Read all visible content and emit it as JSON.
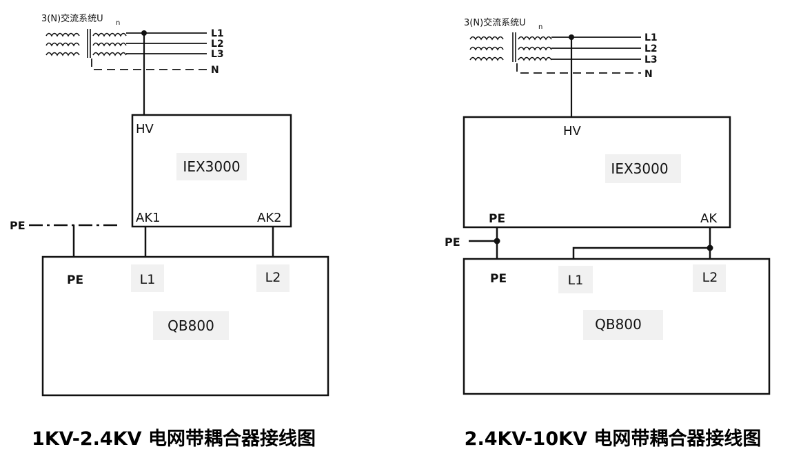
{
  "left": {
    "source_label": "3(N)交流系统U",
    "source_subscript": "n",
    "lines": [
      "L1",
      "L2",
      "L3",
      "N"
    ],
    "device": {
      "name": "IEX3000",
      "hv": "HV",
      "ak1": "AK1",
      "ak2": "AK2"
    },
    "pe_external": "PE",
    "coupler": {
      "name": "QB800",
      "pe": "PE",
      "l1": "L1",
      "l2": "L2"
    },
    "caption": "1KV-2.4KV 电网带耦合器接线图"
  },
  "right": {
    "source_label": "3(N)交流系统U",
    "source_subscript": "n",
    "lines": [
      "L1",
      "L2",
      "L3",
      "N"
    ],
    "device": {
      "name": "IEX3000",
      "hv": "HV",
      "pe": "PE",
      "ak": "AK"
    },
    "pe_external": "PE",
    "coupler": {
      "name": "QB800",
      "pe": "PE",
      "l1": "L1",
      "l2": "L2"
    },
    "caption": "2.4KV-10KV 电网带耦合器接线图"
  }
}
